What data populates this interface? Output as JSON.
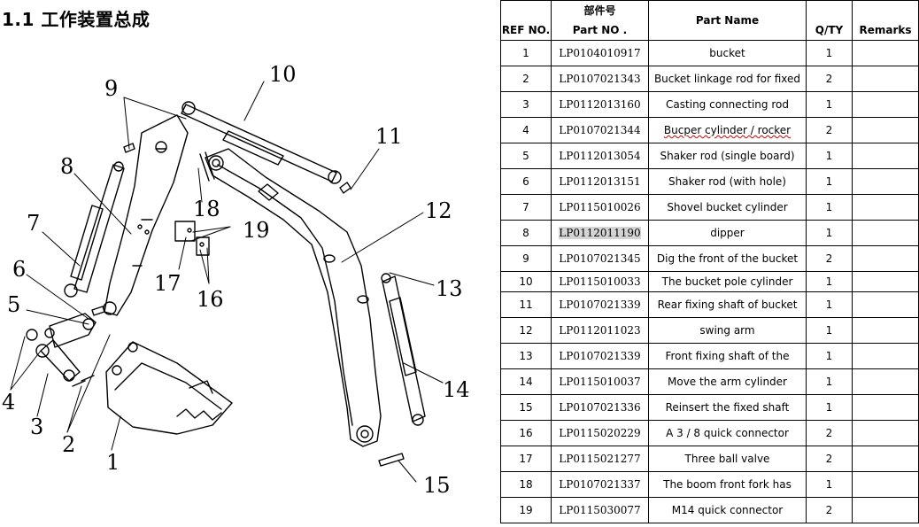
{
  "title": "1.1 工作装置总成",
  "table": {
    "headers": {
      "ref": "REF NO.",
      "part_cn": "部件号",
      "part_en": "Part NO .",
      "name": "Part Name",
      "qty": "Q/TY",
      "remarks": "Remarks"
    },
    "rows": [
      {
        "ref": "1",
        "part": "LP0104010917",
        "name": "bucket",
        "qty": "1",
        "remarks": ""
      },
      {
        "ref": "2",
        "part": "LP0107021343",
        "name": "Bucket linkage rod for fixed",
        "qty": "2",
        "remarks": ""
      },
      {
        "ref": "3",
        "part": "LP0112013160",
        "name": "Casting connecting rod",
        "qty": "1",
        "remarks": ""
      },
      {
        "ref": "4",
        "part": "LP0107021344",
        "name": "Bucper cylinder / rocker",
        "qty": "2",
        "remarks": ""
      },
      {
        "ref": "5",
        "part": "LP0112013054",
        "name": "Shaker rod (single board)",
        "qty": "1",
        "remarks": ""
      },
      {
        "ref": "6",
        "part": "LP0112013151",
        "name": "Shaker rod (with hole)",
        "qty": "1",
        "remarks": ""
      },
      {
        "ref": "7",
        "part": "LP0115010026",
        "name": "Shovel bucket cylinder",
        "qty": "1",
        "remarks": ""
      },
      {
        "ref": "8",
        "part": "LP0112011190",
        "name": "dipper",
        "qty": "1",
        "remarks": ""
      },
      {
        "ref": "9",
        "part": "LP0107021345",
        "name": "Dig the front of the bucket",
        "qty": "2",
        "remarks": ""
      },
      {
        "ref": "10",
        "part": "LP0115010033",
        "name": "The bucket pole cylinder",
        "qty": "1",
        "remarks": ""
      },
      {
        "ref": "11",
        "part": "LP0107021339",
        "name": "Rear fixing shaft of bucket",
        "qty": "1",
        "remarks": ""
      },
      {
        "ref": "12",
        "part": "LP0112011023",
        "name": "swing arm",
        "qty": "1",
        "remarks": ""
      },
      {
        "ref": "13",
        "part": "LP0107021339",
        "name": "Front fixing shaft of the",
        "qty": "1",
        "remarks": ""
      },
      {
        "ref": "14",
        "part": "LP0115010037",
        "name": "Move the arm cylinder",
        "qty": "1",
        "remarks": ""
      },
      {
        "ref": "15",
        "part": "LP0107021336",
        "name": "Reinsert the fixed shaft",
        "qty": "1",
        "remarks": ""
      },
      {
        "ref": "16",
        "part": "LP0115020229",
        "name": "A 3 / 8 quick connector",
        "qty": "2",
        "remarks": ""
      },
      {
        "ref": "17",
        "part": "LP0115021277",
        "name": "Three ball valve",
        "qty": "2",
        "remarks": ""
      },
      {
        "ref": "18",
        "part": "LP0107021337",
        "name": "The boom front fork has",
        "qty": "1",
        "remarks": ""
      },
      {
        "ref": "19",
        "part": "LP0115030077",
        "name": "M14 quick connector",
        "qty": "2",
        "remarks": ""
      }
    ]
  },
  "diagram": {
    "callouts": [
      "1",
      "2",
      "3",
      "4",
      "5",
      "6",
      "7",
      "8",
      "9",
      "10",
      "11",
      "12",
      "13",
      "14",
      "15",
      "16",
      "17",
      "18",
      "19"
    ]
  }
}
